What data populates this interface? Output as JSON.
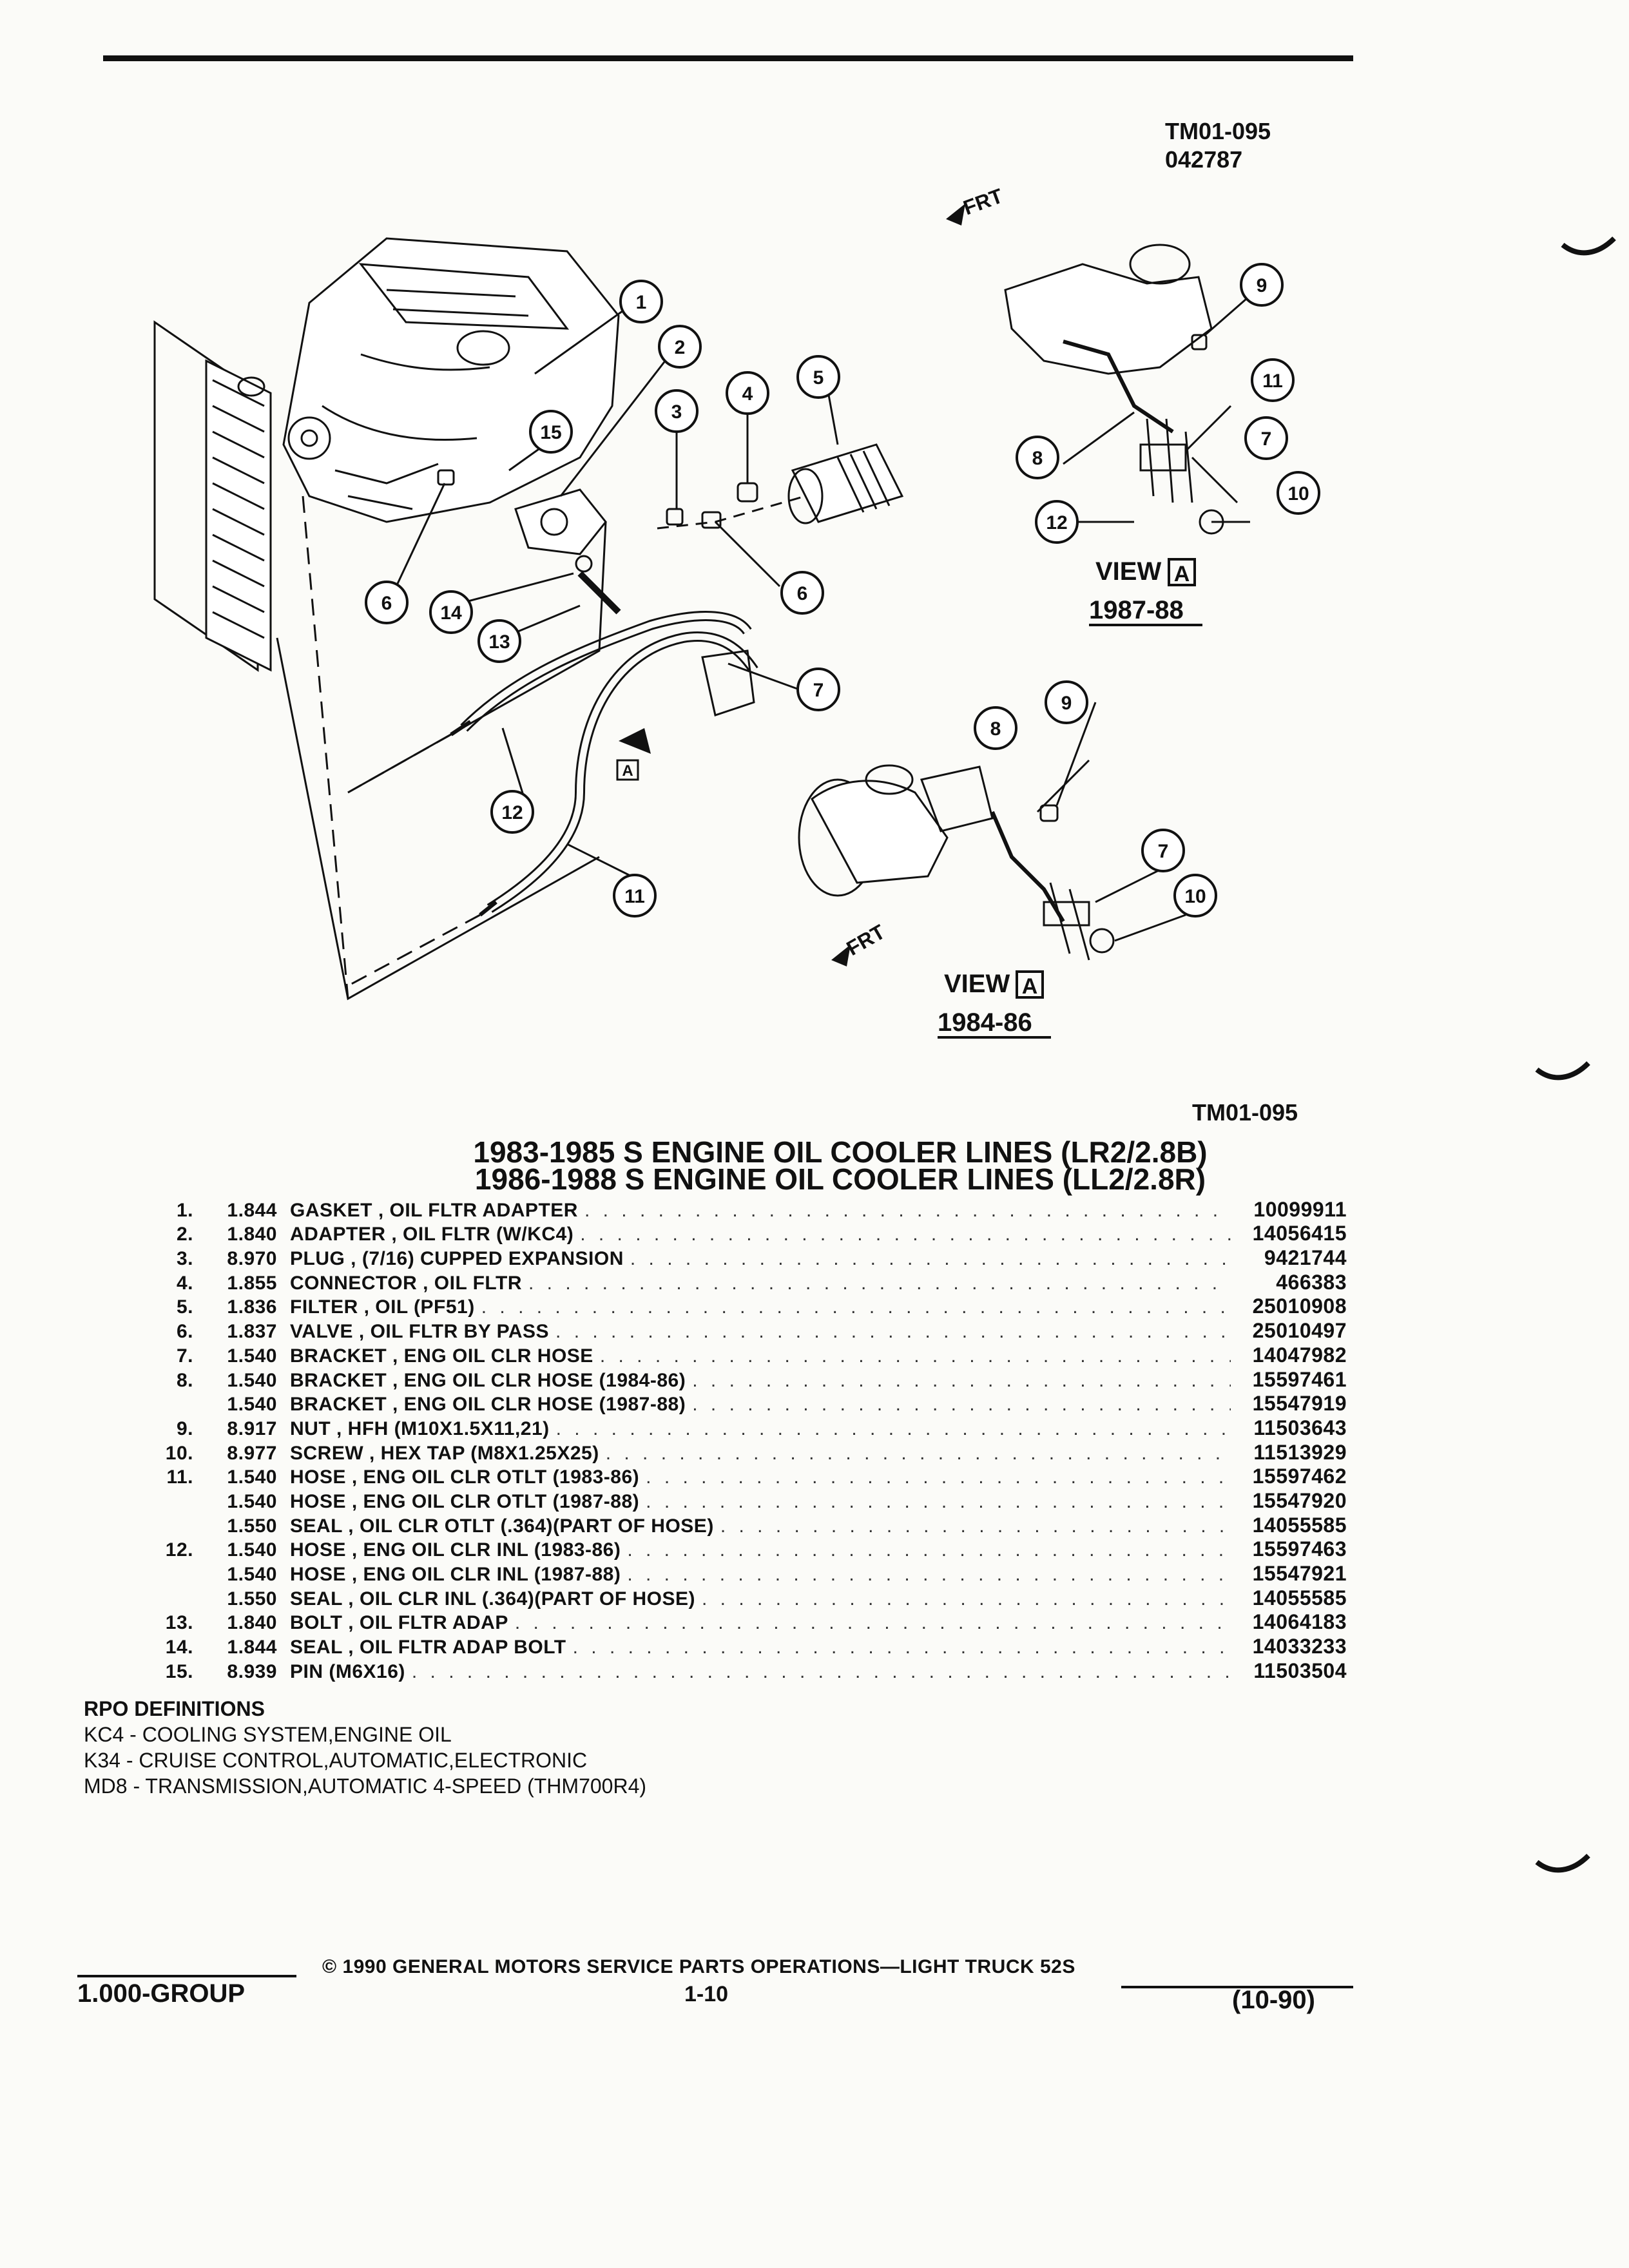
{
  "header": {
    "code1": "TM01-095",
    "code2": "042787"
  },
  "diagram": {
    "frt_label": "FRT",
    "view_label": "VIEW",
    "view_letter": "A",
    "view1_years": "1987-88",
    "view2_years": "1984-86",
    "callouts": [
      "1",
      "2",
      "3",
      "4",
      "5",
      "6",
      "7",
      "8",
      "9",
      "10",
      "11",
      "12",
      "13",
      "14",
      "15"
    ]
  },
  "figure_code": "TM01-095",
  "titles": [
    "1983-1985 S ENGINE OIL COOLER LINES (LR2/2.8B)",
    "1986-1988 S ENGINE OIL COOLER LINES (LL2/2.8R)"
  ],
  "parts": [
    {
      "num": "1.",
      "code": "1.844",
      "desc": "GASKET , OIL FLTR ADAPTER",
      "pno": "10099911"
    },
    {
      "num": "2.",
      "code": "1.840",
      "desc": "ADAPTER , OIL FLTR (W/KC4)",
      "pno": "14056415"
    },
    {
      "num": "3.",
      "code": "8.970",
      "desc": "PLUG , (7/16) CUPPED EXPANSION",
      "pno": "9421744"
    },
    {
      "num": "4.",
      "code": "1.855",
      "desc": "CONNECTOR , OIL FLTR",
      "pno": "466383"
    },
    {
      "num": "5.",
      "code": "1.836",
      "desc": "FILTER , OIL (PF51)",
      "pno": "25010908"
    },
    {
      "num": "6.",
      "code": "1.837",
      "desc": "VALVE , OIL FLTR BY PASS",
      "pno": "25010497"
    },
    {
      "num": "7.",
      "code": "1.540",
      "desc": "BRACKET , ENG OIL CLR HOSE",
      "pno": "14047982"
    },
    {
      "num": "8.",
      "code": "1.540",
      "desc": "BRACKET , ENG OIL CLR HOSE (1984-86)",
      "pno": "15597461"
    },
    {
      "num": "",
      "code": "1.540",
      "desc": "BRACKET , ENG OIL CLR HOSE (1987-88)",
      "pno": "15547919"
    },
    {
      "num": "9.",
      "code": "8.917",
      "desc": "NUT , HFH (M10X1.5X11,21)",
      "pno": "11503643"
    },
    {
      "num": "10.",
      "code": "8.977",
      "desc": "SCREW , HEX TAP (M8X1.25X25)",
      "pno": "11513929"
    },
    {
      "num": "11.",
      "code": "1.540",
      "desc": "HOSE , ENG OIL CLR OTLT (1983-86)",
      "pno": "15597462"
    },
    {
      "num": "",
      "code": "1.540",
      "desc": "HOSE , ENG OIL CLR OTLT (1987-88)",
      "pno": "15547920"
    },
    {
      "num": "",
      "code": "1.550",
      "desc": "SEAL , OIL CLR OTLT (.364)(PART OF HOSE)",
      "pno": "14055585"
    },
    {
      "num": "12.",
      "code": "1.540",
      "desc": "HOSE , ENG OIL CLR INL (1983-86)",
      "pno": "15597463"
    },
    {
      "num": "",
      "code": "1.540",
      "desc": "HOSE , ENG OIL CLR INL (1987-88)",
      "pno": "15547921"
    },
    {
      "num": "",
      "code": "1.550",
      "desc": "SEAL , OIL CLR INL (.364)(PART OF HOSE)",
      "pno": "14055585"
    },
    {
      "num": "13.",
      "code": "1.840",
      "desc": "BOLT , OIL FLTR ADAP",
      "pno": "14064183"
    },
    {
      "num": "14.",
      "code": "1.844",
      "desc": "SEAL , OIL FLTR ADAP BOLT",
      "pno": "14033233"
    },
    {
      "num": "15.",
      "code": "8.939",
      "desc": "PIN (M6X16)",
      "pno": "11503504"
    }
  ],
  "rpo": {
    "heading": "RPO DEFINITIONS",
    "items": [
      "KC4 - COOLING SYSTEM,ENGINE OIL",
      "K34 - CRUISE CONTROL,AUTOMATIC,ELECTRONIC",
      "MD8 - TRANSMISSION,AUTOMATIC 4-SPEED (THM700R4)"
    ]
  },
  "footer": {
    "group": "1.000-GROUP",
    "copyright": "© 1990 GENERAL MOTORS SERVICE PARTS OPERATIONS—LIGHT TRUCK 52S",
    "page": "1-10",
    "date": "(10-90)"
  }
}
